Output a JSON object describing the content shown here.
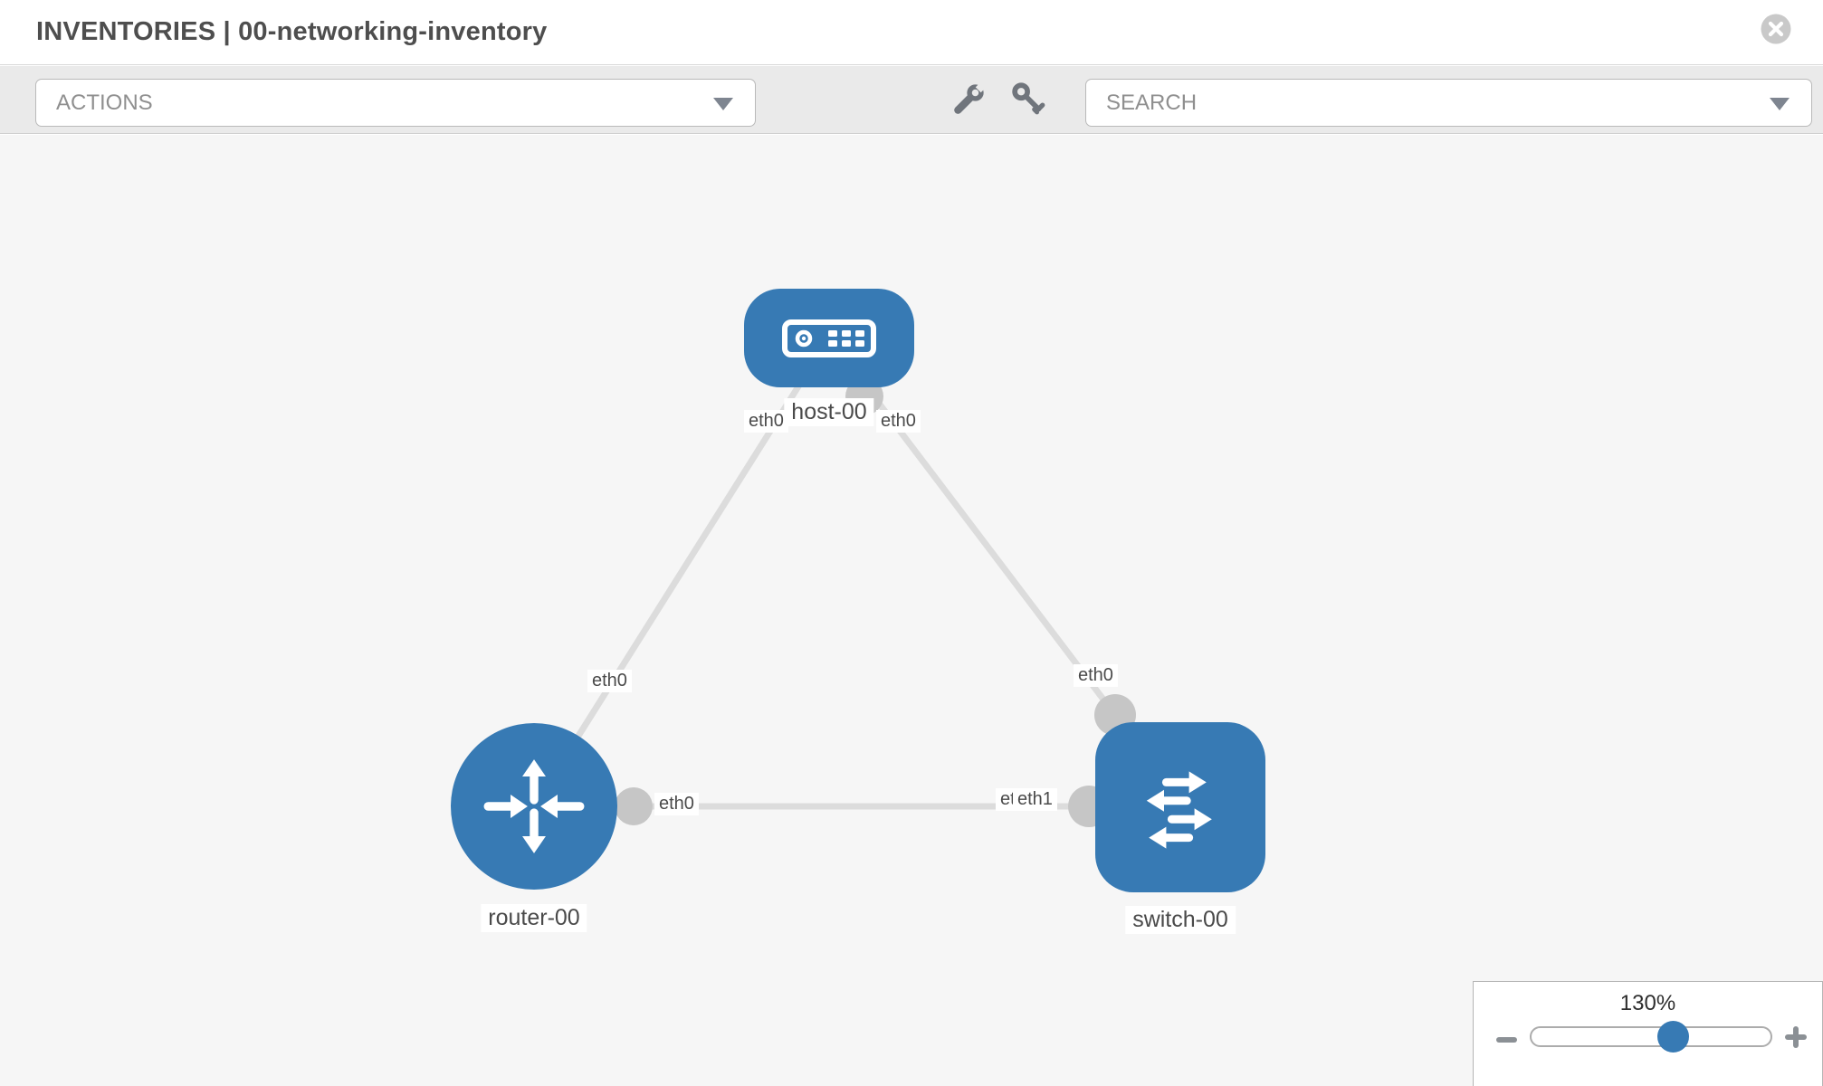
{
  "header": {
    "title": "INVENTORIES | 00-networking-inventory"
  },
  "toolbar": {
    "actions_label": "ACTIONS",
    "search_label": "SEARCH"
  },
  "topology": {
    "nodes": [
      {
        "id": "host-00",
        "label": "host-00",
        "type": "host",
        "icon": "server-icon"
      },
      {
        "id": "router-00",
        "label": "router-00",
        "type": "router",
        "icon": "router-arrows-icon"
      },
      {
        "id": "switch-00",
        "label": "switch-00",
        "type": "switch",
        "icon": "switch-arrows-icon"
      }
    ],
    "links": [
      {
        "from": "host-00",
        "to": "router-00",
        "from_interface": "eth0",
        "to_interface": "eth0"
      },
      {
        "from": "host-00",
        "to": "switch-00",
        "from_interface": "eth0",
        "to_interface": "eth0"
      },
      {
        "from": "router-00",
        "to": "switch-00",
        "from_interface": "eth0",
        "to_interface": "eth1"
      }
    ]
  },
  "zoom_control": {
    "value": "130%"
  },
  "colors": {
    "node_blue": "#377ab4",
    "link_gray": "#dcdcdc",
    "port_gray": "#c6c6c6",
    "canvas_bg": "#f6f6f6",
    "toolbar_bg": "#eaeaea",
    "icon_gray": "#70757c",
    "label_text": "#4a4a4a"
  }
}
